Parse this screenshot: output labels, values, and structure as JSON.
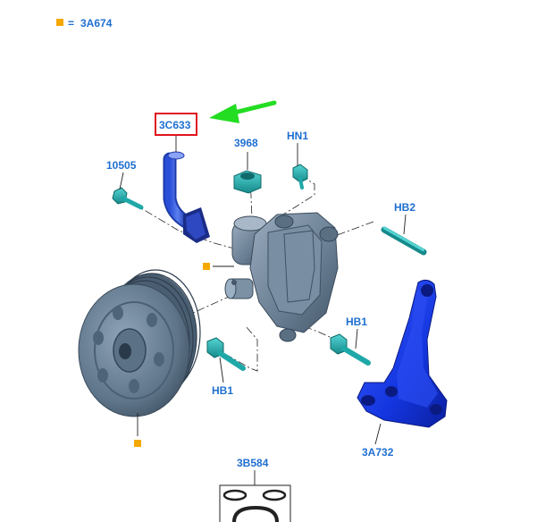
{
  "legend": {
    "symbol_color": "#f5a800",
    "equals": "=",
    "label": "3A674"
  },
  "callouts": {
    "c3c633": "3C633",
    "c3968": "3968",
    "chn1": "HN1",
    "c10505": "10505",
    "chb2": "HB2",
    "chb1_right": "HB1",
    "chb1_left": "HB1",
    "c3a732": "3A732",
    "c3b584": "3B584"
  },
  "colors": {
    "callout_text": "#1f6fd1",
    "highlight_box": "#e0141e",
    "arrow": "#22dd22",
    "pump_body": "#6f8296",
    "bracket": "#1133dd",
    "bolt": "#1fa8a8",
    "marker": "#f5a800"
  },
  "icons": [
    "pointer-arrow-icon",
    "marker-square-icon"
  ]
}
